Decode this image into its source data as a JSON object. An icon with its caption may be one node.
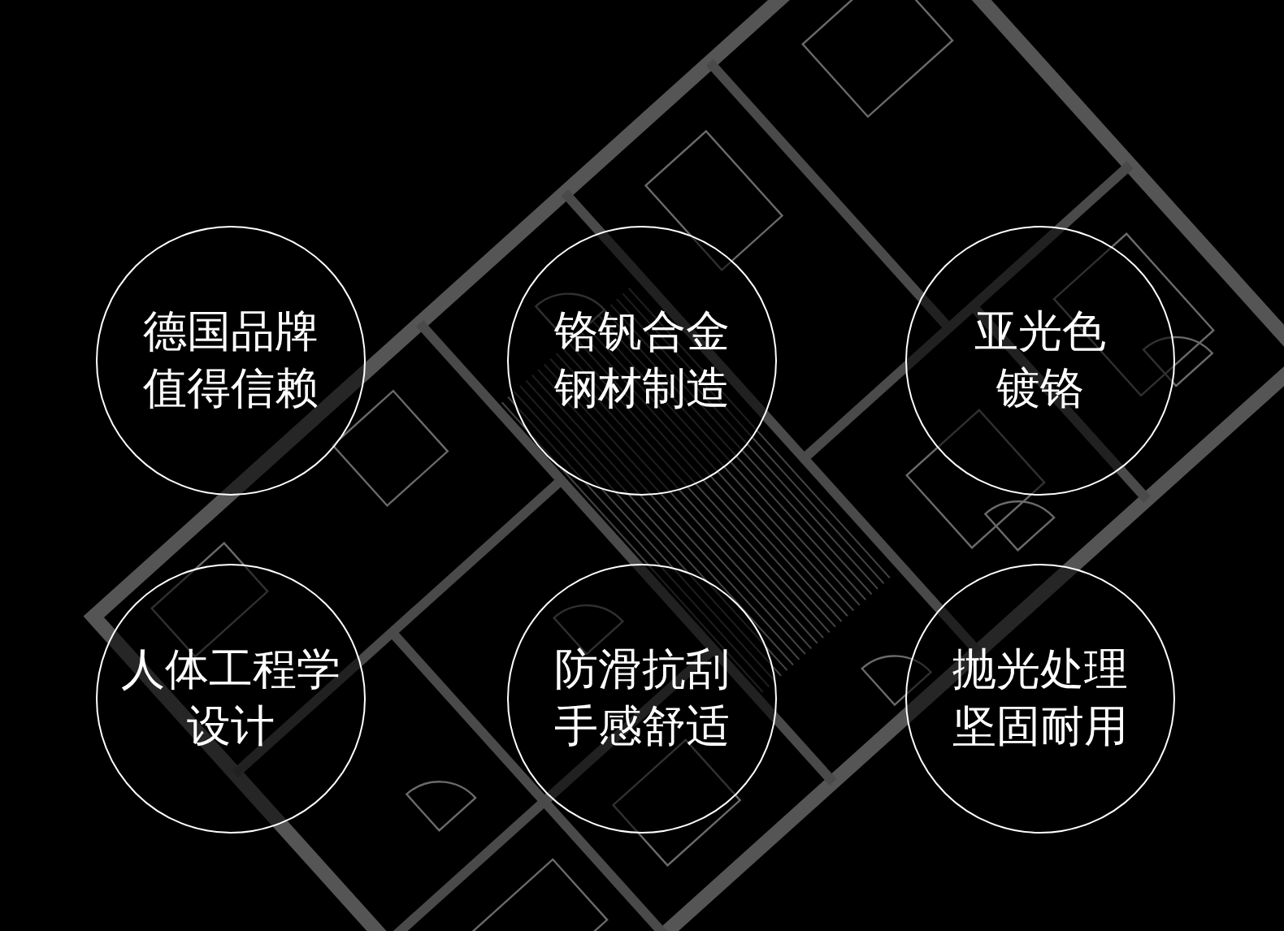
{
  "diagram": {
    "nodes": [
      {
        "text": [
          "德国品牌值得信赖"
        ]
      },
      {
        "text": [
          "铬钒合金钢材制造"
        ]
      },
      {
        "text": [
          "亚光色镀铬"
        ]
      },
      {
        "text": [
          "人体工程学设计"
        ]
      },
      {
        "text": [
          "防滑抗刮手感舒适"
        ]
      },
      {
        "text": [
          "抛光处理坚固耐用"
        ]
      }
    ]
  }
}
